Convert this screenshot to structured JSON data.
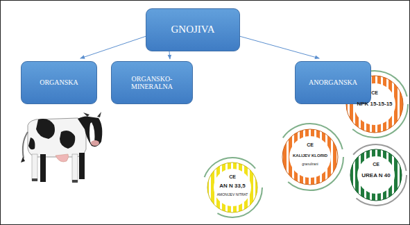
{
  "diagram": {
    "nodes": [
      {
        "text": [
          "GNOJIVA"
        ]
      },
      {
        "text": [
          "ORGANSKA"
        ]
      },
      {
        "text": [
          "ORGANSKO-MINERALNA"
        ]
      },
      {
        "text": [
          "ANORGANSKA"
        ]
      }
    ],
    "edges": [
      {
        "from": 0,
        "to": 1,
        "arrow": "to"
      },
      {
        "from": 0,
        "to": 2,
        "arrow": "to"
      },
      {
        "from": 0,
        "to": 3,
        "arrow": "to"
      }
    ],
    "labels": [
      "CE",
      "AN N 33,5",
      "AMONIJEV NITRAT",
      "CE",
      "KALIJEV KLORID",
      "granulirani",
      "CE",
      "NPK 15-15-15",
      "CE",
      "UREA N 40"
    ]
  }
}
